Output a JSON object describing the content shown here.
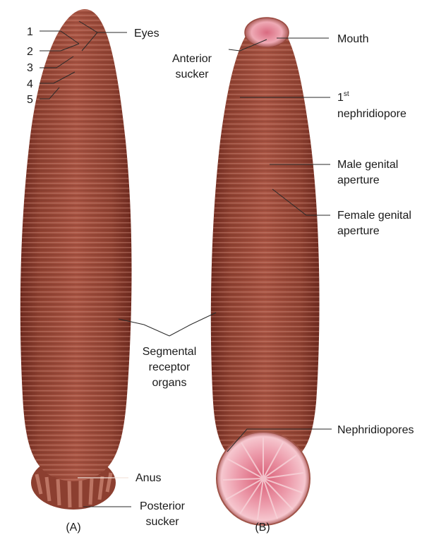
{
  "figure_a": {
    "caption": "(A)",
    "numbers": [
      "1",
      "2",
      "3",
      "4",
      "5"
    ],
    "labels": {
      "eyes": "Eyes",
      "segmental": [
        "Segmental",
        "receptor",
        "organs"
      ],
      "anus": "Anus",
      "posterior_sucker": [
        "Posterior",
        "sucker"
      ]
    }
  },
  "figure_b": {
    "caption": "(B)",
    "labels": {
      "mouth": "Mouth",
      "anterior_sucker": [
        "Anterior",
        "sucker"
      ],
      "nephridiopore_first": {
        "number": "1",
        "superscript": "st",
        "word": "nephridiopore"
      },
      "male_genital": [
        "Male genital",
        "aperture"
      ],
      "female_genital": [
        "Female genital",
        "aperture"
      ],
      "nephridiopores": "Nephridiopores"
    }
  },
  "colors": {
    "body": "#9c4a3a",
    "body_dark": "#6e2a1f",
    "body_light": "#c06a55",
    "sucker_pink": "#e88a9a",
    "sucker_rim": "#f5c3cb"
  }
}
